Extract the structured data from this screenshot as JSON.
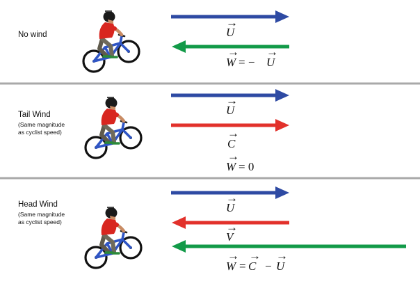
{
  "panels": [
    {
      "label": "No wind",
      "note_lines": [],
      "vectors": [
        {
          "id": "U",
          "color": "#2e4aa3",
          "direction": "right"
        },
        {
          "id": "W",
          "color": "#129a48",
          "direction": "left"
        }
      ],
      "equations": [
        {
          "lhs": "W",
          "rhs_text": "= −",
          "rhs_var": "U"
        }
      ],
      "vector_labels": [
        "U"
      ]
    },
    {
      "label": "Tail Wind",
      "note_lines": [
        "(Same magnitude",
        "as cyclist speed)"
      ],
      "vectors": [
        {
          "id": "U",
          "color": "#2e4aa3",
          "direction": "right"
        },
        {
          "id": "C",
          "color": "#e2312b",
          "direction": "right"
        }
      ],
      "vector_labels": [
        "U",
        "C"
      ],
      "equation_zero": {
        "lhs": "W",
        "rhs": "= 0"
      }
    },
    {
      "label": "Head Wind",
      "note_lines": [
        "(Same magnitude",
        "as cyclist speed)"
      ],
      "vectors": [
        {
          "id": "U",
          "color": "#2e4aa3",
          "direction": "right"
        },
        {
          "id": "V",
          "color": "#e2312b",
          "direction": "left"
        },
        {
          "id": "W",
          "color": "#129a48",
          "direction": "left"
        }
      ],
      "vector_labels": [
        "U",
        "V"
      ],
      "equation_full": {
        "lhs": "W",
        "eq": "=",
        "a": "C",
        "op": "−",
        "b": "U"
      }
    }
  ],
  "colors": {
    "divider": "#a9a9a9",
    "blue": "#2e4aa3",
    "red": "#e2312b",
    "green": "#129a48",
    "jersey": "#d8261f",
    "bike_frame": "#2f55c4"
  },
  "icons": [
    "cyclist-icon"
  ]
}
